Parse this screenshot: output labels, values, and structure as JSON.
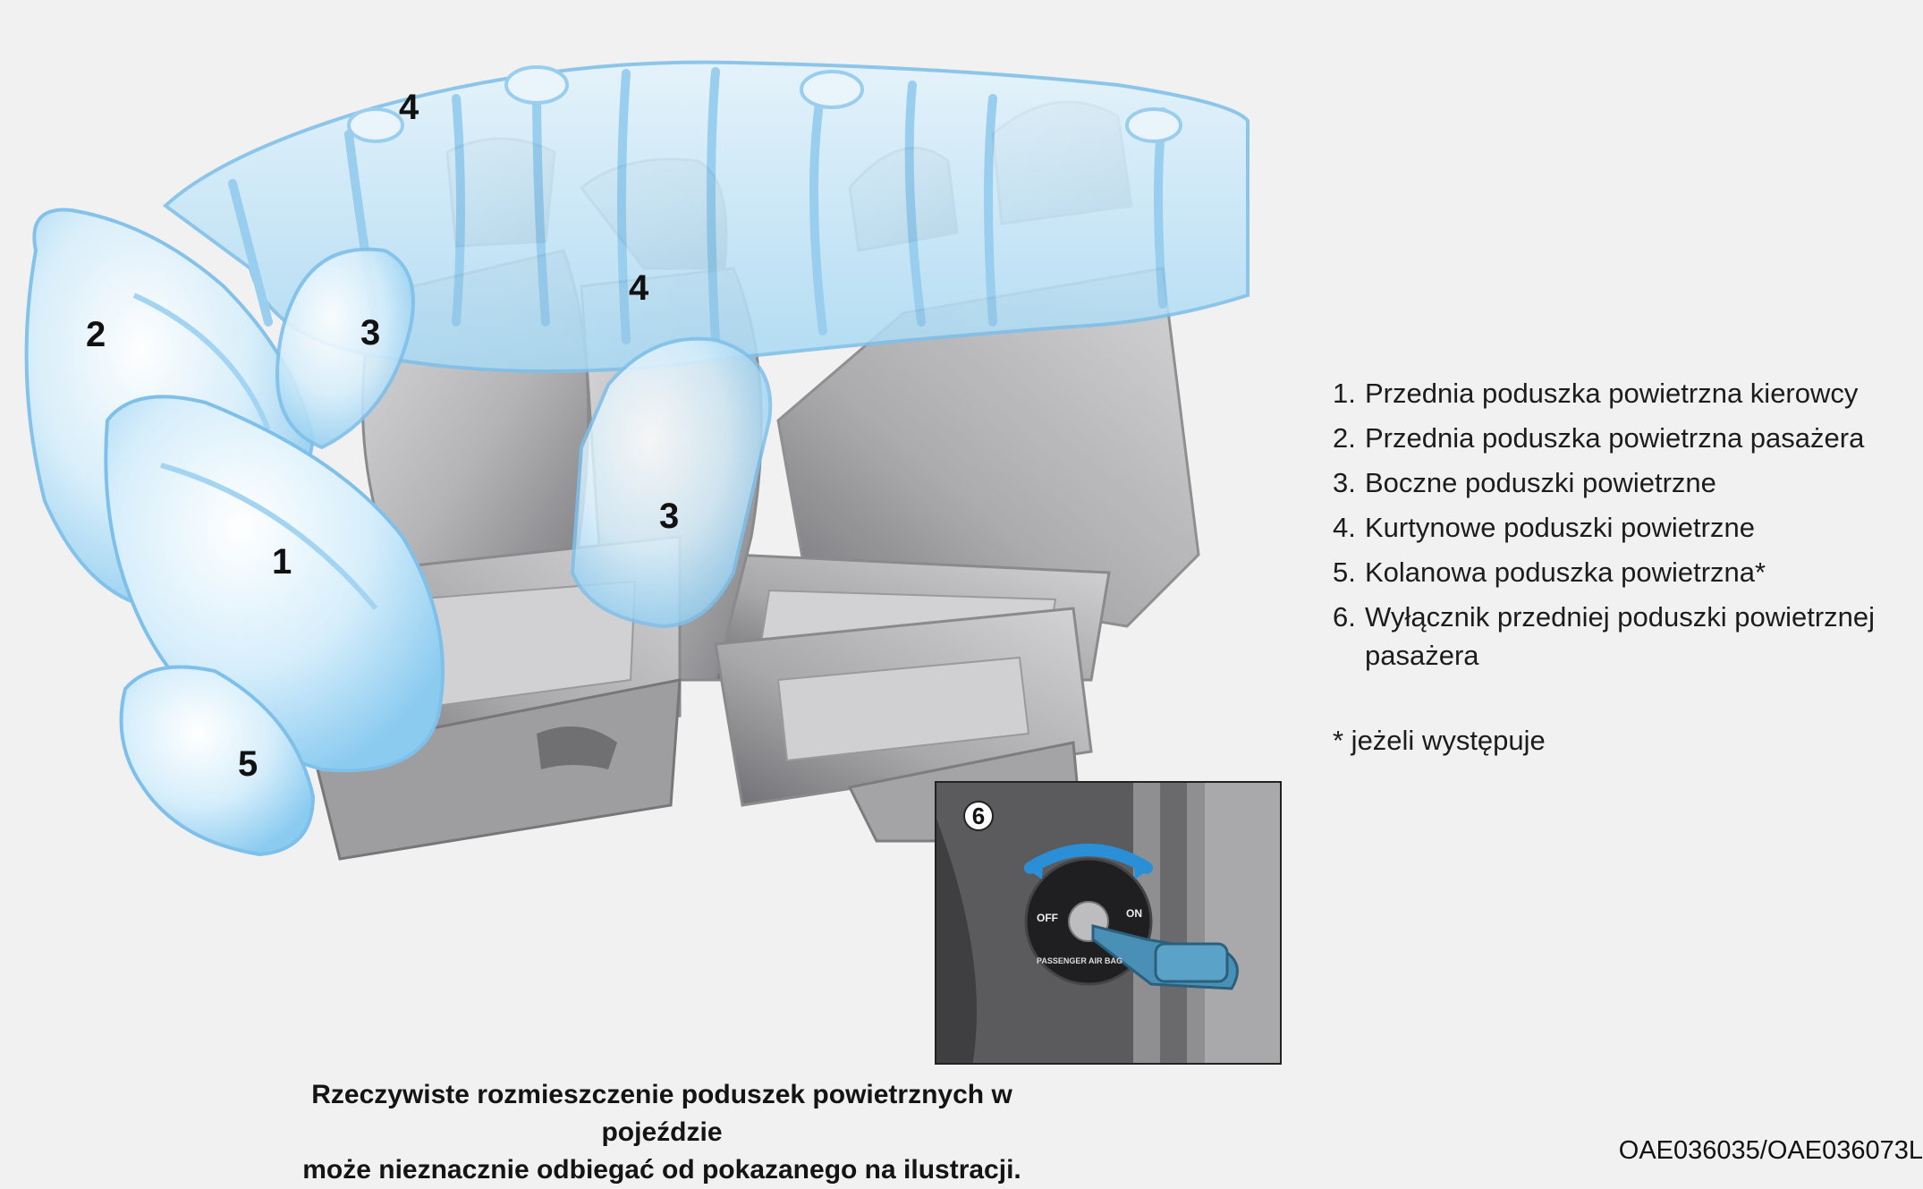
{
  "callouts": {
    "c1": "1",
    "c2": "2",
    "c3a": "3",
    "c3b": "3",
    "c4a": "4",
    "c4b": "4",
    "c5": "5",
    "c6": "6"
  },
  "legend": [
    {
      "num": "1.",
      "text": "Przednia poduszka powietrzna kierowcy"
    },
    {
      "num": "2.",
      "text": "Przednia poduszka powietrzna pasażera"
    },
    {
      "num": "3.",
      "text": "Boczne poduszki powietrzne"
    },
    {
      "num": "4.",
      "text": "Kurtynowe poduszki powietrzne"
    },
    {
      "num": "5.",
      "text": "Kolanowa poduszka powietrzna*"
    },
    {
      "num": "6.",
      "text": "Wyłącznik przedniej poduszki powietrznej pasażera"
    }
  ],
  "footnote": "* jeżeli występuje",
  "caption": {
    "line1": "Rzeczywiste rozmieszczenie poduszek powietrznych w pojeździe",
    "line2": "może nieznacznie odbiegać od pokazanego na ilustracji."
  },
  "reference_code": "OAE036035/OAE036073L",
  "switch_labels": {
    "off": "OFF",
    "on": "ON",
    "device": "PASSENGER AIR BAG"
  },
  "colors": {
    "background": "#f1f1f2",
    "airbag_fill": "#cfe9f9",
    "airbag_stroke": "#7fc0ea",
    "seat_fill": "#c4c4c6",
    "seat_shadow": "#8d8d90",
    "key": "#4a8fb5"
  }
}
